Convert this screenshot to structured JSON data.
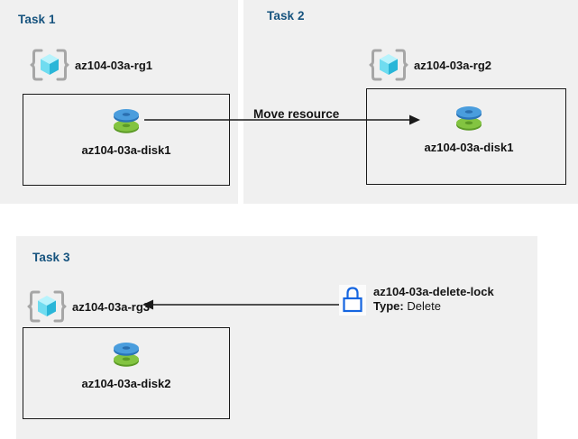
{
  "diagram": {
    "title": "Azure resource groups, move resource, and delete lock tasks",
    "background_color": "#ffffff",
    "panel_color": "#f0f0f0",
    "title_color": "#16537e",
    "text_color": "#141414",
    "line_color": "#1a1a1a",
    "lock_color": "#1565e0",
    "cube_colors": {
      "bracket": "#a6a6a6",
      "cube_light": "#9ef0fb",
      "cube_mid": "#5fd8ef",
      "cube_dark": "#2ab9d9"
    },
    "disk_colors": {
      "blue_top": "#4a9ddd",
      "blue_body": "#2f7fc4",
      "green_top": "#82c341",
      "green_body": "#67a62f"
    }
  },
  "panels": [
    {
      "id": "task1",
      "title": "Task 1"
    },
    {
      "id": "task2",
      "title": "Task 2"
    },
    {
      "id": "task3",
      "title": "Task 3"
    }
  ],
  "resource_groups": [
    {
      "id": "rg1",
      "label": "az104-03a-rg1",
      "icon": "resource-group-icon",
      "panel": "task1"
    },
    {
      "id": "rg2",
      "label": "az104-03a-rg2",
      "icon": "resource-group-icon",
      "panel": "task2"
    },
    {
      "id": "rg3",
      "label": "az104-03a-rg3",
      "icon": "resource-group-icon",
      "panel": "task3"
    }
  ],
  "disks": [
    {
      "id": "disk-task1",
      "label": "az104-03a-disk1",
      "icon": "managed-disk-icon",
      "panel": "task1"
    },
    {
      "id": "disk-task2",
      "label": "az104-03a-disk1",
      "icon": "managed-disk-icon",
      "panel": "task2"
    },
    {
      "id": "disk-task3",
      "label": "az104-03a-disk2",
      "icon": "managed-disk-icon",
      "panel": "task3"
    }
  ],
  "connectors": [
    {
      "id": "move-arrow",
      "label": "Move resource",
      "from": "az104-03a-disk1 (Task 1)",
      "to": "az104-03a-disk1 (Task 2)",
      "direction": "right"
    },
    {
      "id": "lock-arrow",
      "label": "",
      "from": "az104-03a-delete-lock",
      "to": "az104-03a-rg3",
      "direction": "left"
    }
  ],
  "lock": {
    "icon": "lock-icon",
    "name": "az104-03a-delete-lock",
    "type_key": "Type:",
    "type_value": "Delete"
  }
}
